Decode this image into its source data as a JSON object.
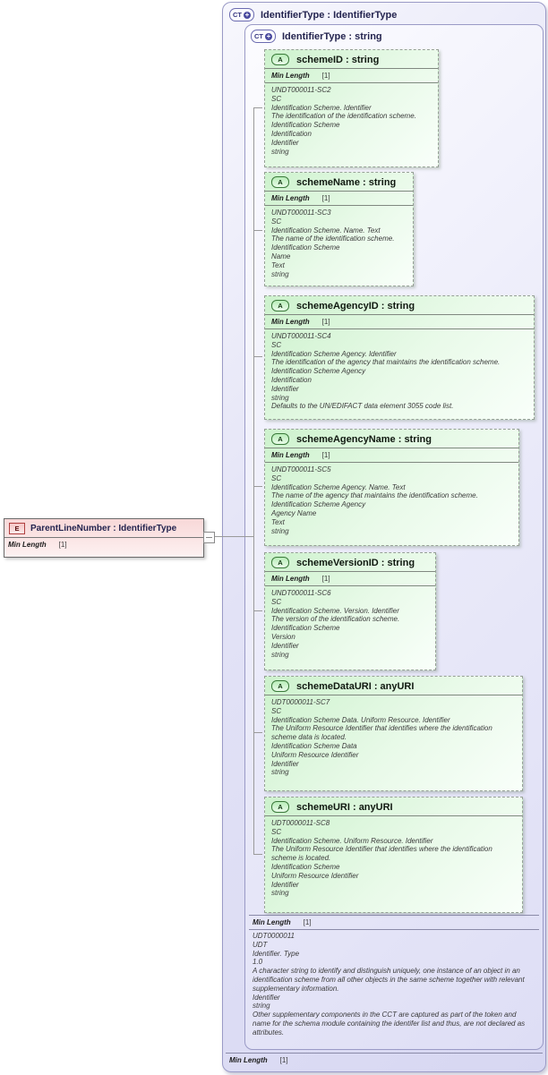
{
  "colors": {
    "container_fill": "#dcdcf4",
    "container_border": "#9a9ac6",
    "attribute_fill": "#cdf2cd",
    "attribute_border": "#96a096",
    "element_fill": "#f8d8d8",
    "element_border": "#b04040",
    "title_text": "#24244f",
    "annotation_text": "#3a3a3a"
  },
  "icons": {
    "complex_type": "CT",
    "plus": "+",
    "attribute": "A",
    "element": "E"
  },
  "outer": {
    "title": "IdentifierType : IdentifierType",
    "facet": {
      "label": "Min Length",
      "value": "[1]"
    }
  },
  "inner": {
    "title": "IdentifierType : string",
    "facet": {
      "label": "Min Length",
      "value": "[1]"
    },
    "doc_lines": [
      "UDT0000011",
      "UDT",
      "Identifier. Type",
      "1.0",
      "A character string to identify and distinguish uniquely, one instance of an object in an identification scheme from all other objects in the same scheme together with relevant supplementary information.",
      "Identifier",
      "string",
      "Other supplementary components in the CCT are captured as part of the token and name for the schema module containing the identifer list and thus, are not declared as attributes."
    ]
  },
  "element": {
    "title": "ParentLineNumber : IdentifierType",
    "facet": {
      "label": "Min Length",
      "value": "[1]"
    }
  },
  "attributes": [
    {
      "header": "schemeID : string",
      "facet": {
        "label": "Min Length",
        "value": "[1]"
      },
      "lines": [
        "UNDT000011-SC2",
        "SC",
        "Identification Scheme. Identifier",
        "The identification of the identification scheme.",
        "Identification Scheme",
        "Identification",
        "Identifier",
        "string"
      ]
    },
    {
      "header": "schemeName : string",
      "facet": {
        "label": "Min Length",
        "value": "[1]"
      },
      "lines": [
        "UNDT000011-SC3",
        "SC",
        "Identification Scheme. Name. Text",
        "The name of the identification scheme.",
        "Identification Scheme",
        "Name",
        "Text",
        "string"
      ]
    },
    {
      "header": "schemeAgencyID : string",
      "facet": {
        "label": "Min Length",
        "value": "[1]"
      },
      "lines": [
        "UNDT000011-SC4",
        "SC",
        "Identification Scheme Agency. Identifier",
        "The identification of the agency that maintains the identification scheme.",
        "Identification Scheme Agency",
        "Identification",
        "Identifier",
        "string",
        "Defaults to the UN/EDIFACT data element 3055 code list."
      ]
    },
    {
      "header": "schemeAgencyName : string",
      "facet": {
        "label": "Min Length",
        "value": "[1]"
      },
      "lines": [
        "UNDT000011-SC5",
        "SC",
        "Identification Scheme Agency. Name. Text",
        "The name of the agency that maintains the identification scheme.",
        "Identification Scheme Agency",
        "Agency Name",
        "Text",
        "string"
      ]
    },
    {
      "header": "schemeVersionID : string",
      "facet": {
        "label": "Min Length",
        "value": "[1]"
      },
      "lines": [
        "UNDT000011-SC6",
        "SC",
        "Identification Scheme. Version. Identifier",
        "The version of the identification scheme.",
        "Identification Scheme",
        "Version",
        "Identifier",
        "string"
      ]
    },
    {
      "header": "schemeDataURI : anyURI",
      "facet": null,
      "lines": [
        "UDT0000011-SC7",
        "SC",
        "Identification Scheme Data. Uniform Resource. Identifier",
        "The Uniform Resource Identifier that identifies where the identification scheme data is located.",
        "Identification Scheme Data",
        "Uniform Resource Identifier",
        "Identifier",
        "string"
      ]
    },
    {
      "header": "schemeURI : anyURI",
      "facet": null,
      "lines": [
        "UDT0000011-SC8",
        "SC",
        "Identification Scheme. Uniform Resource. Identifier",
        "The Uniform Resource Identifier that identifies where the identification scheme is located.",
        "Identification Scheme",
        "Uniform Resource Identifier",
        "Identifier",
        "string"
      ]
    }
  ]
}
